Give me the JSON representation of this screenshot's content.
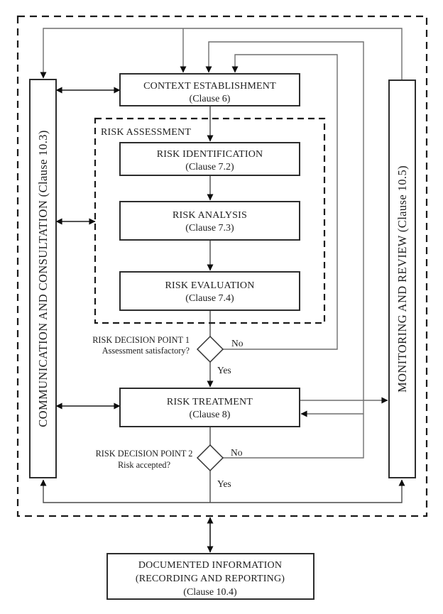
{
  "colors": {
    "background": "#ffffff",
    "box_border": "#2d2d2d",
    "dashed_border": "#1a1a1a",
    "flow_line": "#4a4a4a",
    "loop_line": "#6f6f6f",
    "arrowhead": "#0d0d0d",
    "text": "#202020"
  },
  "sidebars": {
    "left": {
      "label": "COMMUNICATION AND CONSULTATION (Clause 10.3)"
    },
    "right": {
      "label": "MONITORING AND REVIEW (Clause 10.5)"
    }
  },
  "groups": {
    "risk_assessment": {
      "label": "RISK ASSESSMENT"
    }
  },
  "boxes": {
    "context": {
      "title": "CONTEXT ESTABLISHMENT",
      "clause": "(Clause 6)"
    },
    "risk_identification": {
      "title": "RISK IDENTIFICATION",
      "clause": "(Clause  7.2)"
    },
    "risk_analysis": {
      "title": "RISK ANALYSIS",
      "clause": "(Clause 7.3)"
    },
    "risk_evaluation": {
      "title": "RISK EVALUATION",
      "clause": "(Clause 7.4)"
    },
    "risk_treatment": {
      "title": "RISK TREATMENT",
      "clause": "(Clause 8)"
    },
    "documented_information": {
      "line1": "DOCUMENTED INFORMATION",
      "line2": "(RECORDING AND REPORTING)",
      "line3": "(Clause 10.4)"
    }
  },
  "decisions": {
    "point1": {
      "name": "RISK DECISION POINT 1",
      "question": "Assessment satisfactory?",
      "no": "No",
      "yes": "Yes"
    },
    "point2": {
      "name": "RISK DECISION POINT 2",
      "question": "Risk accepted?",
      "no": "No",
      "yes": "Yes"
    }
  }
}
